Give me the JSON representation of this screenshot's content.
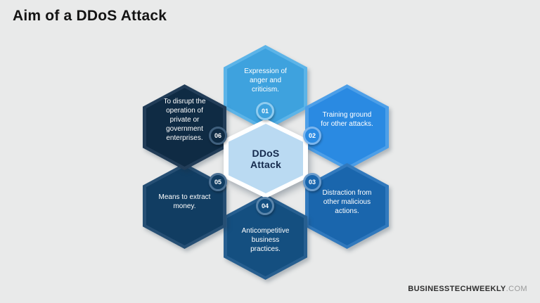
{
  "title": "Aim of a DDoS Attack",
  "center": {
    "label": "DDoS Attack",
    "fill": "#badaf2",
    "border": "#ffffff",
    "text_color": "#152a4d"
  },
  "items": [
    {
      "number": "01",
      "label": "Expression of anger and criticism.",
      "fill": "#3ea2de",
      "edge": "#5cb4e8",
      "ring": "#8fccf0"
    },
    {
      "number": "02",
      "label": "Training ground for other attacks.",
      "fill": "#2a8ae2",
      "edge": "#4d9fe8",
      "ring": "#7cb6ee"
    },
    {
      "number": "03",
      "label": "Distraction from other malicious actions.",
      "fill": "#1a66ad",
      "edge": "#3179bd",
      "ring": "#6a9ccd"
    },
    {
      "number": "04",
      "label": "Anticompetitive business practices.",
      "fill": "#144f80",
      "edge": "#275f90",
      "ring": "#5a85ab"
    },
    {
      "number": "05",
      "label": "Means to extract money.",
      "fill": "#113d62",
      "edge": "#264f74",
      "ring": "#4d7295"
    },
    {
      "number": "06",
      "label": "To disrupt the operation of private or government enterprises.",
      "fill": "#0f2b44",
      "edge": "#223d58",
      "ring": "#40607e"
    }
  ],
  "footer": {
    "brand": "BUSINESSTECHWEEKLY",
    "suffix": ".COM"
  },
  "colors": {
    "background": "#e9eaea",
    "hex_text": "#ffffff",
    "title_text": "#141414"
  }
}
